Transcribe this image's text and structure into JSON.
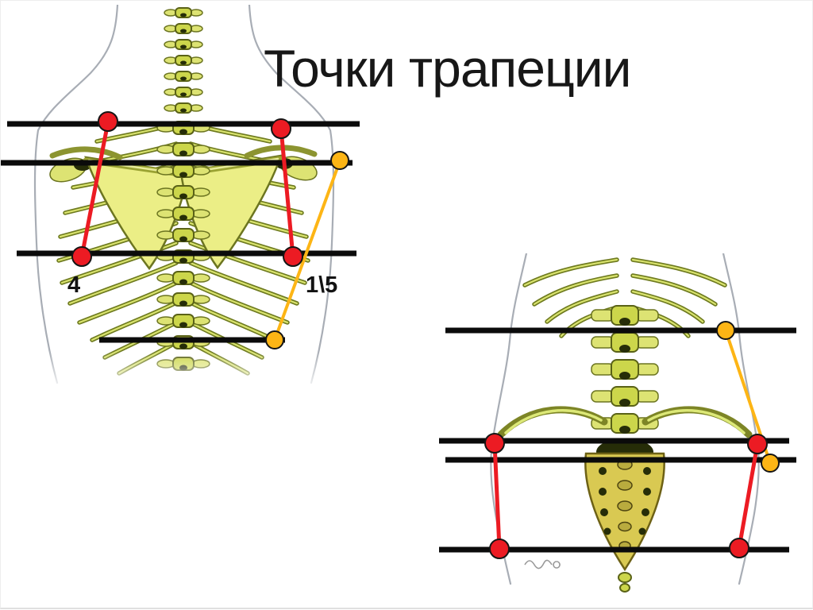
{
  "slide": {
    "title": "Точки трапеции"
  },
  "labels": {
    "left_marker_count": "4",
    "right_marker_ratio": "1\\5"
  },
  "colors": {
    "marker_red": "#ec1b23",
    "marker_orange": "#fdb515",
    "guide_line": "#0b0b0b",
    "label_text": "#121212"
  }
}
